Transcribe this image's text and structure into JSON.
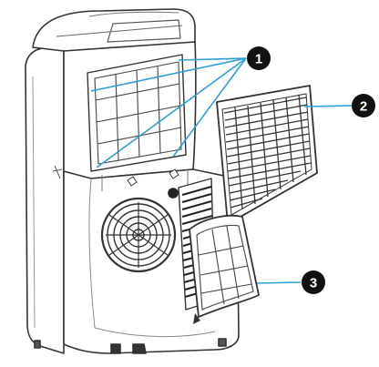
{
  "callouts": [
    {
      "number": "1"
    },
    {
      "number": "2"
    },
    {
      "number": "3"
    }
  ],
  "colors": {
    "badge": "#111111",
    "leader": "#2f9fd8",
    "outline": "#333333",
    "fill": "#ffffff"
  }
}
